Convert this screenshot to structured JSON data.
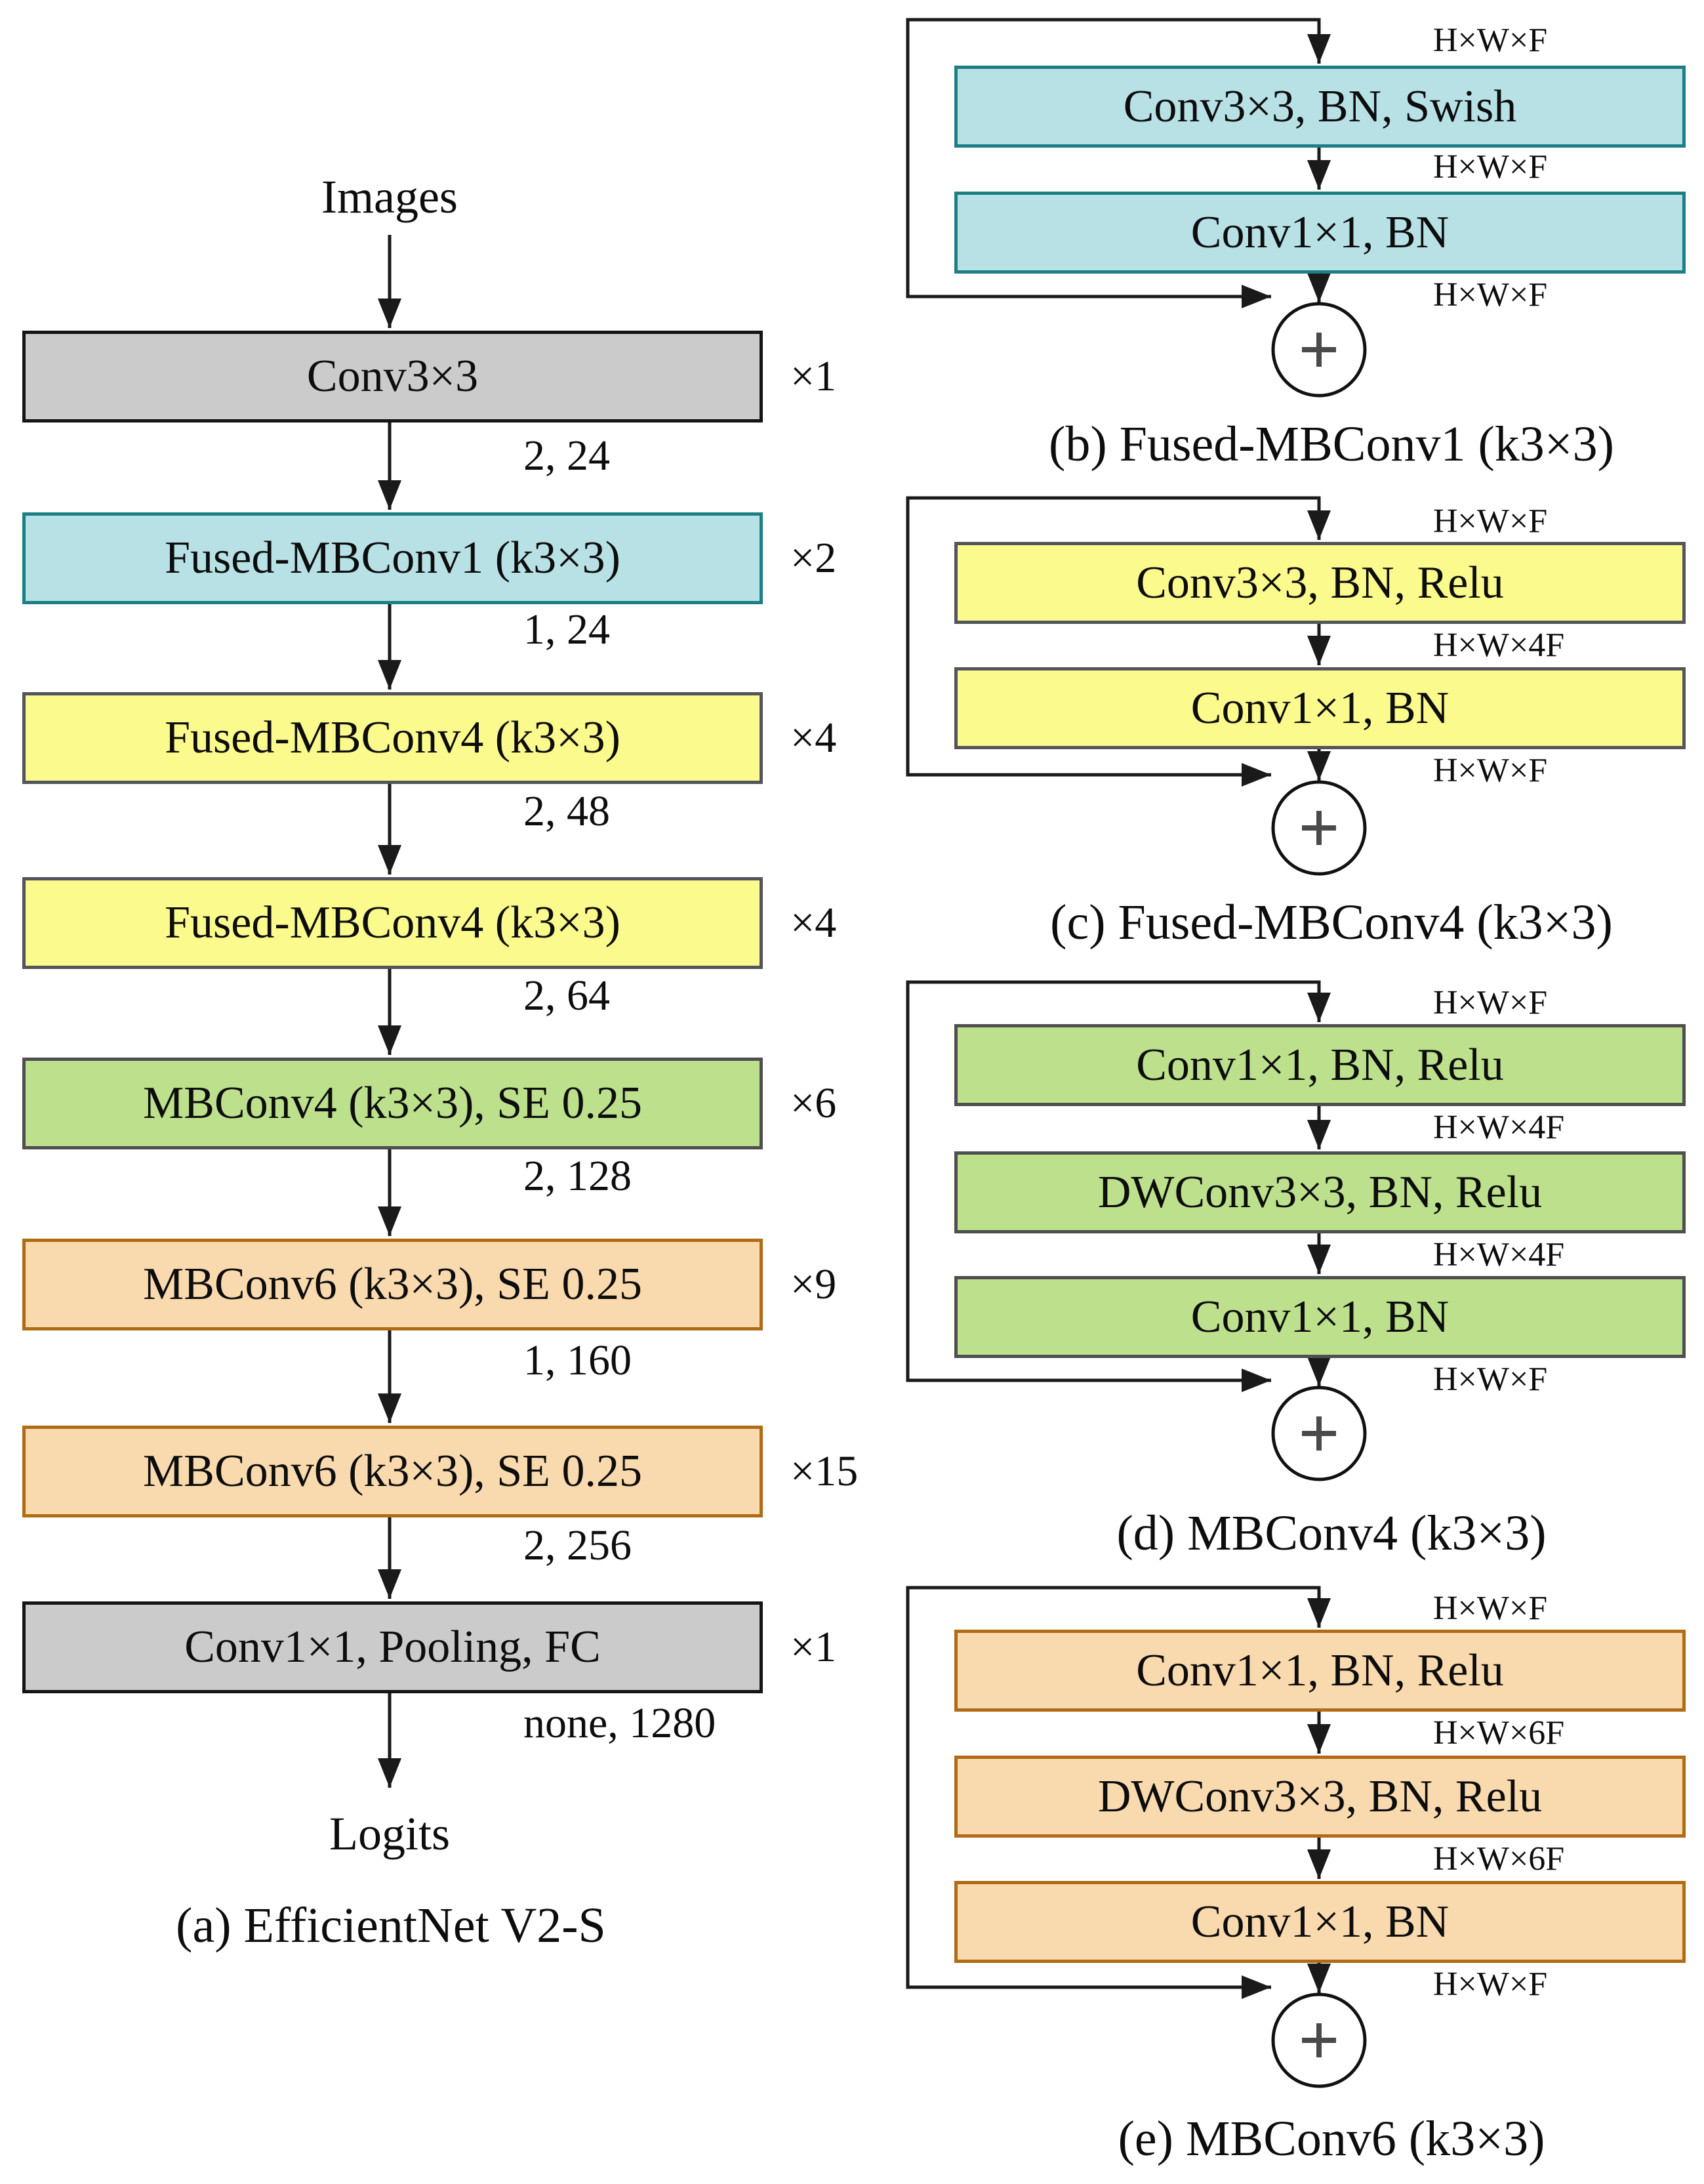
{
  "figure": {
    "panel_a": {
      "caption": "(a) EfficientNet V2-S",
      "input_label": "Images",
      "output_label": "Logits",
      "stages": [
        {
          "label": "Conv3×3",
          "repeat": "×1",
          "stride_channels": "2, 24",
          "color": "gray"
        },
        {
          "label": "Fused-MBConv1 (k3×3)",
          "repeat": "×2",
          "stride_channels": "1, 24",
          "color": "cyan"
        },
        {
          "label": "Fused-MBConv4 (k3×3)",
          "repeat": "×4",
          "stride_channels": "2, 48",
          "color": "yellow"
        },
        {
          "label": "Fused-MBConv4 (k3×3)",
          "repeat": "×4",
          "stride_channels": "2, 64",
          "color": "yellow"
        },
        {
          "label": "MBConv4 (k3×3), SE 0.25",
          "repeat": "×6",
          "stride_channels": "2, 128",
          "color": "green"
        },
        {
          "label": "MBConv6 (k3×3), SE 0.25",
          "repeat": "×9",
          "stride_channels": "1, 160",
          "color": "orange"
        },
        {
          "label": "MBConv6 (k3×3), SE 0.25",
          "repeat": "×15",
          "stride_channels": "2, 256",
          "color": "orange"
        },
        {
          "label": "Conv1×1, Pooling, FC",
          "repeat": "×1",
          "stride_channels": "none, 1280",
          "color": "gray"
        }
      ]
    },
    "panel_b": {
      "caption": "(b) Fused-MBConv1 (k3×3)",
      "layers": [
        "Conv3×3, BN, Swish",
        "Conv1×1, BN"
      ],
      "tensor_labels": [
        "H×W×F",
        "H×W×F",
        "H×W×F"
      ],
      "merge_symbol": "+"
    },
    "panel_c": {
      "caption": "(c) Fused-MBConv4 (k3×3)",
      "layers": [
        "Conv3×3, BN, Relu",
        "Conv1×1, BN"
      ],
      "tensor_labels": [
        "H×W×F",
        "H×W×4F",
        "H×W×F"
      ],
      "merge_symbol": "+"
    },
    "panel_d": {
      "caption": "(d) MBConv4 (k3×3)",
      "layers": [
        "Conv1×1, BN, Relu",
        "DWConv3×3, BN, Relu",
        "Conv1×1, BN"
      ],
      "tensor_labels": [
        "H×W×F",
        "H×W×4F",
        "H×W×4F",
        "H×W×F"
      ],
      "merge_symbol": "+"
    },
    "panel_e": {
      "caption": "(e) MBConv6 (k3×3)",
      "layers": [
        "Conv1×1, BN, Relu",
        "DWConv3×3, BN, Relu",
        "Conv1×1, BN"
      ],
      "tensor_labels": [
        "H×W×F",
        "H×W×6F",
        "H×W×6F",
        "H×W×F"
      ],
      "merge_symbol": "+"
    }
  },
  "colors": {
    "gray_fill": "#cbcbcb",
    "gray_border": "#141414",
    "cyan_fill": "#b7e1e5",
    "cyan_border": "#1d7f85",
    "yellow_fill": "#fbfa8d",
    "yellow_border": "#54545c",
    "green_fill": "#bce08c",
    "green_border": "#4f4f4f",
    "orange_fill": "#f9d9ae",
    "orange_border": "#b06c15",
    "wire": "#1a1a1a",
    "plus": "#4a4a4a"
  }
}
